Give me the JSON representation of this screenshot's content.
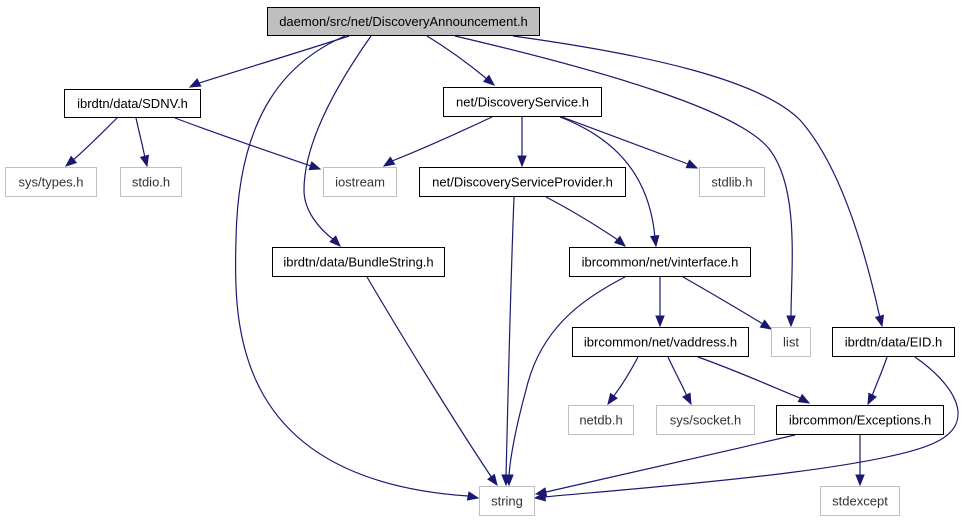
{
  "graph": {
    "title": "daemon/src/net/DiscoveryAnnouncement.h",
    "colors": {
      "edge": "#191970",
      "root_fill": "#bfbfbf",
      "documented_border": "#000000",
      "external_border": "#bfbfbf"
    },
    "nodes": [
      {
        "id": "root",
        "label": "daemon/src/net/DiscoveryAnnouncement.h",
        "kind": "root"
      },
      {
        "id": "sdnv",
        "label": "ibrdtn/data/SDNV.h",
        "kind": "documented"
      },
      {
        "id": "discoveryservice",
        "label": "net/DiscoveryService.h",
        "kind": "documented"
      },
      {
        "id": "systypes",
        "label": "sys/types.h",
        "kind": "external"
      },
      {
        "id": "stdio",
        "label": "stdio.h",
        "kind": "external"
      },
      {
        "id": "iostream",
        "label": "iostream",
        "kind": "external"
      },
      {
        "id": "provider",
        "label": "net/DiscoveryServiceProvider.h",
        "kind": "documented"
      },
      {
        "id": "stdlib",
        "label": "stdlib.h",
        "kind": "external"
      },
      {
        "id": "bundlestring",
        "label": "ibrdtn/data/BundleString.h",
        "kind": "documented"
      },
      {
        "id": "vinterface",
        "label": "ibrcommon/net/vinterface.h",
        "kind": "documented"
      },
      {
        "id": "vaddress",
        "label": "ibrcommon/net/vaddress.h",
        "kind": "documented"
      },
      {
        "id": "list",
        "label": "list",
        "kind": "external"
      },
      {
        "id": "eid",
        "label": "ibrdtn/data/EID.h",
        "kind": "documented"
      },
      {
        "id": "netdb",
        "label": "netdb.h",
        "kind": "external"
      },
      {
        "id": "socket",
        "label": "sys/socket.h",
        "kind": "external"
      },
      {
        "id": "exceptions",
        "label": "ibrcommon/Exceptions.h",
        "kind": "documented"
      },
      {
        "id": "string",
        "label": "string",
        "kind": "external"
      },
      {
        "id": "stdexcept",
        "label": "stdexcept",
        "kind": "external"
      }
    ],
    "edges": [
      {
        "from": "root",
        "to": "sdnv"
      },
      {
        "from": "root",
        "to": "string"
      },
      {
        "from": "root",
        "to": "bundlestring"
      },
      {
        "from": "root",
        "to": "discoveryservice"
      },
      {
        "from": "root",
        "to": "list"
      },
      {
        "from": "root",
        "to": "eid"
      },
      {
        "from": "sdnv",
        "to": "systypes"
      },
      {
        "from": "sdnv",
        "to": "stdio"
      },
      {
        "from": "sdnv",
        "to": "iostream"
      },
      {
        "from": "discoveryservice",
        "to": "iostream"
      },
      {
        "from": "discoveryservice",
        "to": "provider"
      },
      {
        "from": "discoveryservice",
        "to": "vinterface"
      },
      {
        "from": "discoveryservice",
        "to": "stdlib"
      },
      {
        "from": "provider",
        "to": "string"
      },
      {
        "from": "provider",
        "to": "vinterface"
      },
      {
        "from": "bundlestring",
        "to": "string"
      },
      {
        "from": "vinterface",
        "to": "string"
      },
      {
        "from": "vinterface",
        "to": "vaddress"
      },
      {
        "from": "vinterface",
        "to": "list"
      },
      {
        "from": "vaddress",
        "to": "netdb"
      },
      {
        "from": "vaddress",
        "to": "socket"
      },
      {
        "from": "vaddress",
        "to": "exceptions"
      },
      {
        "from": "eid",
        "to": "exceptions"
      },
      {
        "from": "eid",
        "to": "string"
      },
      {
        "from": "exceptions",
        "to": "string"
      },
      {
        "from": "exceptions",
        "to": "stdexcept"
      }
    ]
  }
}
